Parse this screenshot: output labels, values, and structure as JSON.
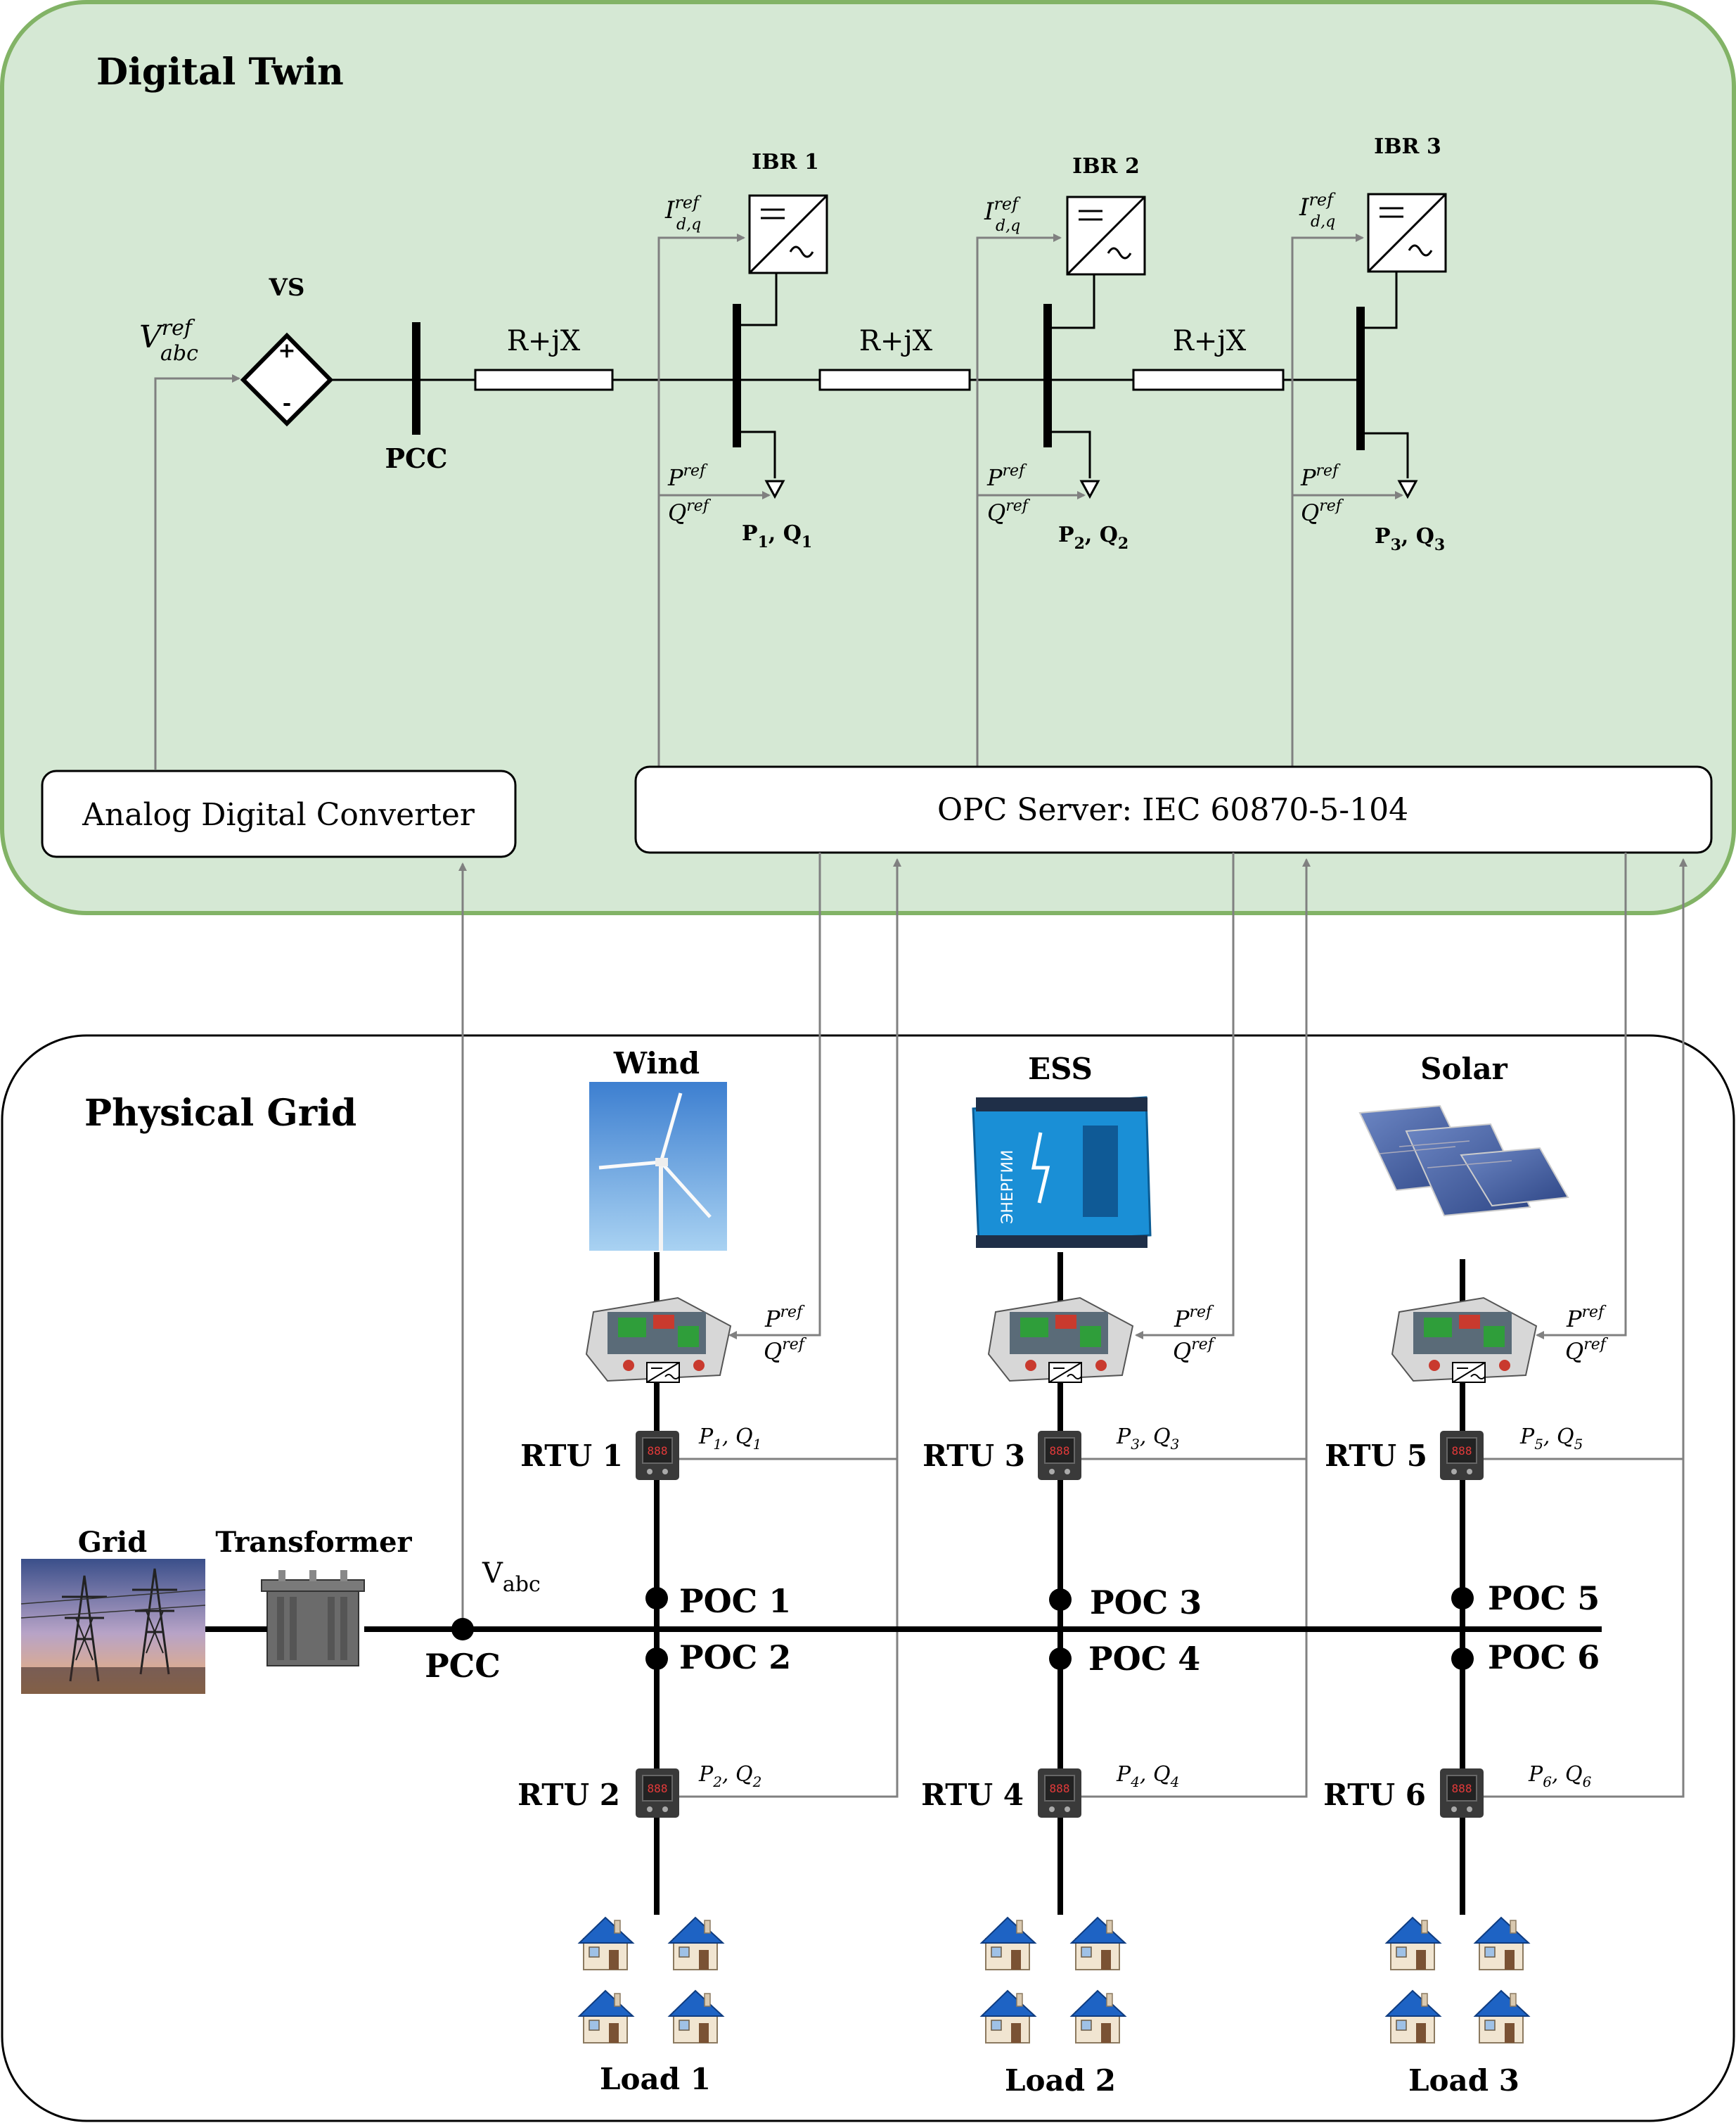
{
  "digital_twin": {
    "title": "Digital Twin",
    "vs_label": "VS",
    "vref_main": "V",
    "vref_sup": "ref",
    "vref_sub": "abc",
    "pcc_label": "PCC",
    "impedance": "R+jX",
    "ibrs": [
      {
        "label": "IBR 1",
        "load_label": "P",
        "load_sub": "1",
        "load_sep": ", Q",
        "load_sub2": "1"
      },
      {
        "label": "IBR 2",
        "load_label": "P",
        "load_sub": "2",
        "load_sep": ", Q",
        "load_sub2": "2"
      },
      {
        "label": "IBR 3",
        "load_label": "P",
        "load_sub": "3",
        "load_sep": ", Q",
        "load_sub2": "3"
      }
    ],
    "iref_main": "I",
    "iref_sup": "ref",
    "iref_sub": "d,q",
    "pref": "P",
    "qref": "Q",
    "ref_sup": "ref",
    "adc_label": "Analog Digital Converter",
    "opc_label": "OPC Server: IEC 60870-5-104"
  },
  "physical_grid": {
    "title": "Physical Grid",
    "grid_label": "Grid",
    "transformer_label": "Transformer",
    "vabc_main": "V",
    "vabc_sub": "abc",
    "pcc_label": "PCC",
    "sources": [
      "Wind",
      "ESS",
      "Solar"
    ],
    "ess_text": "ЭНЕРГИИ",
    "rtus": [
      "RTU 1",
      "RTU 2",
      "RTU 3",
      "RTU 4",
      "RTU 5",
      "RTU 6"
    ],
    "rtu_meas_sub": [
      "1",
      "2",
      "3",
      "4",
      "5",
      "6"
    ],
    "pocs": [
      "POC 1",
      "POC 2",
      "POC 3",
      "POC 4",
      "POC 5",
      "POC 6"
    ],
    "loads": [
      "Load 1",
      "Load 2",
      "Load 3"
    ]
  },
  "colors": {
    "twin_bg": "#d5e8d4",
    "twin_border": "#82b366",
    "wire": "#808080",
    "ess_blue": "#1a8fd6",
    "roof_blue": "#1e63c4"
  }
}
